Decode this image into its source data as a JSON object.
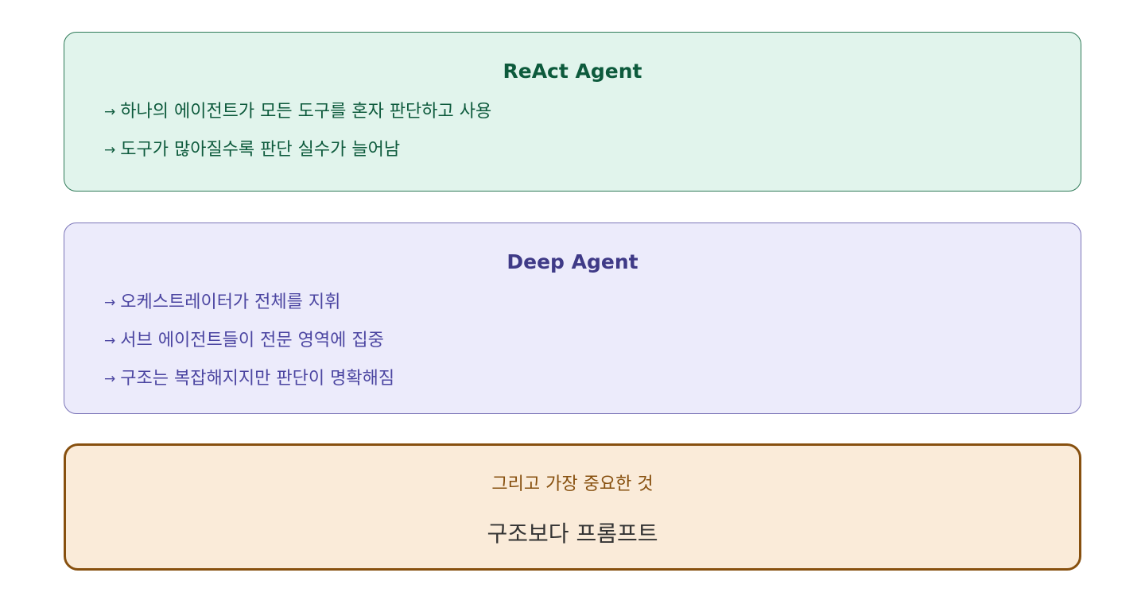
{
  "react_card": {
    "title": "ReAct Agent",
    "bullets": [
      "하나의 에이전트가 모든 도구를 혼자 판단하고 사용",
      "도구가 많아질수록 판단 실수가 늘어남"
    ]
  },
  "deep_card": {
    "title": "Deep Agent",
    "bullets": [
      "오케스트레이터가 전체를 지휘",
      "서브 에이전트들이 전문 영역에 집중",
      "구조는 복잡해지지만 판단이 명확해짐"
    ]
  },
  "final_card": {
    "subtitle": "그리고 가장 중요한 것",
    "headline": "구조보다 프롬프트"
  },
  "icons": {
    "bullet": "arrow-right-icon"
  },
  "colors": {
    "react_fill": "#e1f4ec",
    "react_border": "#2f7a58",
    "react_text": "#0d5a3c",
    "deep_fill": "#ecebfb",
    "deep_border": "#7b75b8",
    "deep_text": "#3f3a87",
    "final_fill": "#faebd9",
    "final_border": "#87500f",
    "final_sub_text": "#87500f",
    "final_main_text": "#333333"
  }
}
